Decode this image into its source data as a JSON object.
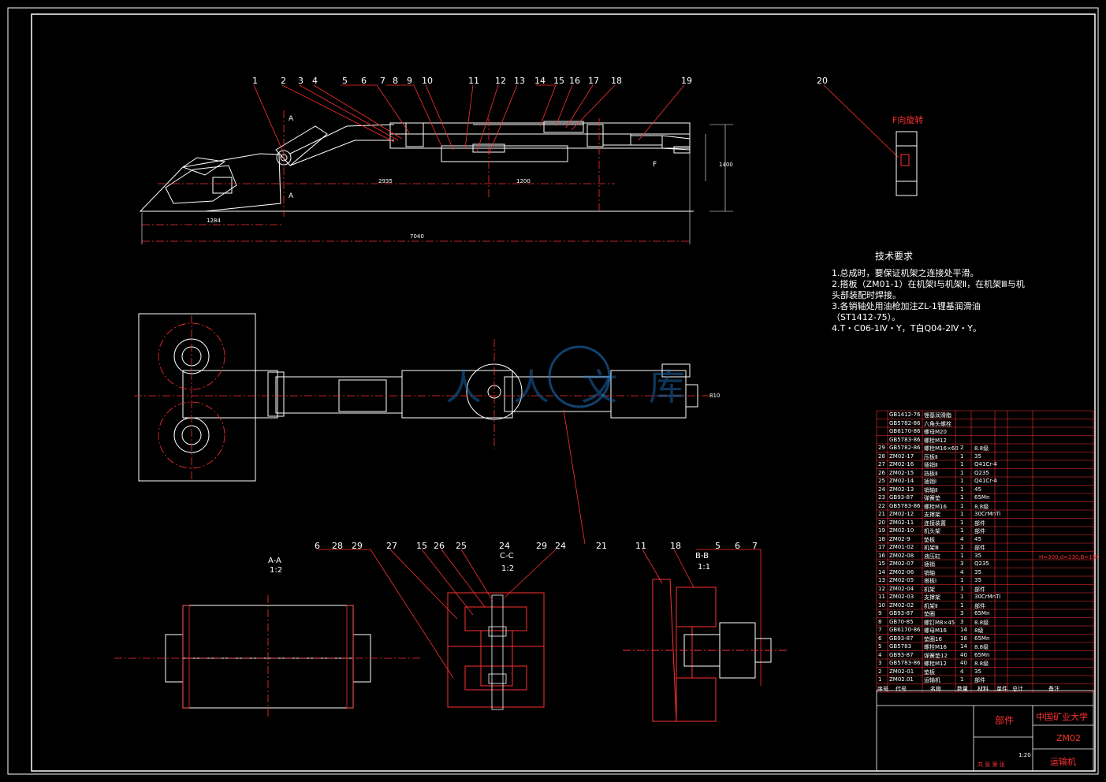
{
  "colors": {
    "background": "#000000",
    "border": "#ffffff",
    "outline": "#ffffff",
    "centerline": "#ff3030",
    "dimension": "#ffffff",
    "hatch": "#ff3030",
    "watermark": "#1f78c8"
  },
  "balloons": {
    "main": [
      "1",
      "2",
      "3",
      "4",
      "5",
      "6",
      "7",
      "8",
      "9",
      "10",
      "11",
      "12",
      "13",
      "14",
      "15",
      "16",
      "17",
      "18",
      "19"
    ],
    "detail": "20",
    "bottom_left": [
      "6",
      "28",
      "29",
      "27",
      "15",
      "26",
      "25",
      "24",
      "29",
      "24"
    ],
    "plan": "21",
    "bottom_right": [
      "11",
      "18",
      "5",
      "6",
      "7"
    ]
  },
  "views": {
    "section_aa_title": "A-A",
    "section_aa_scale": "1:2",
    "section_cc_title": "C-C",
    "section_cc_scale": "1:2",
    "section_bb_title": "B-B",
    "section_bb_scale": "1:1",
    "f_view_title": "F向旋转",
    "section_mark_a": "A",
    "section_mark_f": "F"
  },
  "dimensions": {
    "overall_length": "7040",
    "left_section": "1284",
    "mid_1": "2935",
    "mid_2": "1200",
    "height_right": "1400",
    "plan_width": "810"
  },
  "technical_requirements": {
    "title": "技术要求",
    "lines": [
      "1.总成时，要保证机架之连接处平滑。",
      "2.搭板（ZM01-1）在机架Ⅰ与机架Ⅱ，在机架Ⅲ与机",
      "头部装配时焊接。",
      "3.各销轴处用油枪加注ZL-1锂基润滑油",
      "（ST1412-75）。",
      "4.T・C06-1Ⅳ・Y，T白Q04-2Ⅳ・Y。"
    ]
  },
  "bom": {
    "headers": [
      "序号",
      "代号",
      "名称",
      "数量",
      "材料",
      "单件",
      "总计",
      "备注"
    ],
    "rows": [
      {
        "no": "",
        "code": "GB1412-76",
        "name": "锂基润滑脂",
        "qty": "",
        "mat": ""
      },
      {
        "no": "",
        "code": "GB5782-86",
        "name": "六角头螺栓",
        "qty": "",
        "mat": ""
      },
      {
        "no": "",
        "code": "GB6170-86",
        "name": "螺母M20",
        "qty": "",
        "mat": ""
      },
      {
        "no": "",
        "code": "GB5783-86",
        "name": "螺栓M12",
        "qty": "",
        "mat": ""
      },
      {
        "no": "29",
        "code": "GB5782-86",
        "name": "螺栓M16×60",
        "qty": "2",
        "mat": "8.8级"
      },
      {
        "no": "28",
        "code": "ZM02-17",
        "name": "压板Ⅱ",
        "qty": "1",
        "mat": "35"
      },
      {
        "no": "27",
        "code": "ZM02-16",
        "name": "插销Ⅱ",
        "qty": "1",
        "mat": "Q41Cr-4"
      },
      {
        "no": "26",
        "code": "ZM02-15",
        "name": "挡板Ⅱ",
        "qty": "1",
        "mat": "Q235"
      },
      {
        "no": "25",
        "code": "ZM02-14",
        "name": "插销Ⅰ",
        "qty": "1",
        "mat": "Q41Cr-4"
      },
      {
        "no": "24",
        "code": "ZM02-13",
        "name": "销轴Ⅱ",
        "qty": "1",
        "mat": "45"
      },
      {
        "no": "23",
        "code": "GB93-87",
        "name": "弹簧垫",
        "qty": "1",
        "mat": "65Mn"
      },
      {
        "no": "22",
        "code": "GB5783-86",
        "name": "螺栓M16",
        "qty": "1",
        "mat": "8.8级"
      },
      {
        "no": "21",
        "code": "ZM02-12",
        "name": "支撑架",
        "qty": "1",
        "mat": "30CrMnTi"
      },
      {
        "no": "20",
        "code": "ZM02-11",
        "name": "连接装置",
        "qty": "1",
        "mat": "部件"
      },
      {
        "no": "19",
        "code": "ZM02-10",
        "name": "机头架",
        "qty": "1",
        "mat": "部件"
      },
      {
        "no": "18",
        "code": "ZM02-9",
        "name": "垫板",
        "qty": "4",
        "mat": "45"
      },
      {
        "no": "17",
        "code": "ZM01-02",
        "name": "机架Ⅲ",
        "qty": "1",
        "mat": "部件"
      },
      {
        "no": "16",
        "code": "ZM02-08",
        "name": "液压缸",
        "qty": "1",
        "mat": "35"
      },
      {
        "no": "15",
        "code": "ZM02-07",
        "name": "插销",
        "qty": "3",
        "mat": "Q235"
      },
      {
        "no": "14",
        "code": "ZM02-06",
        "name": "销轴",
        "qty": "4",
        "mat": "35"
      },
      {
        "no": "13",
        "code": "ZM02-05",
        "name": "搭板Ⅰ",
        "qty": "1",
        "mat": "35"
      },
      {
        "no": "12",
        "code": "ZM02-04",
        "name": "机架",
        "qty": "1",
        "mat": "部件"
      },
      {
        "no": "11",
        "code": "ZM02-03",
        "name": "支撑架",
        "qty": "1",
        "mat": "30CrMnTi"
      },
      {
        "no": "10",
        "code": "ZM02-02",
        "name": "机架Ⅱ",
        "qty": "1",
        "mat": "部件"
      },
      {
        "no": "9",
        "code": "GB93-87",
        "name": "垫圈",
        "qty": "3",
        "mat": "65Mn"
      },
      {
        "no": "8",
        "code": "GB70-85",
        "name": "螺钉M8×45",
        "qty": "3",
        "mat": "8.8级"
      },
      {
        "no": "7",
        "code": "GB6170-86",
        "name": "螺母M16",
        "qty": "14",
        "mat": "8级"
      },
      {
        "no": "6",
        "code": "GB93-87",
        "name": "垫圈16",
        "qty": "18",
        "mat": "65Mn"
      },
      {
        "no": "5",
        "code": "GB5783",
        "name": "螺栓M16",
        "qty": "14",
        "mat": "8.8级"
      },
      {
        "no": "4",
        "code": "GB93-87",
        "name": "弹簧垫12",
        "qty": "40",
        "mat": "65Mn"
      },
      {
        "no": "3",
        "code": "GB5783-86",
        "name": "螺栓M12",
        "qty": "40",
        "mat": "8.8级"
      },
      {
        "no": "2",
        "code": "ZM02-01",
        "name": "垫板",
        "qty": "4",
        "mat": "35"
      },
      {
        "no": "1",
        "code": "ZM02.01",
        "name": "运输机",
        "qty": "1",
        "mat": "部件"
      }
    ],
    "remark_row16": "H=300,d=230,B=150"
  },
  "title_block": {
    "part_type": "部件",
    "school": "中国矿业大学",
    "drawing_no": "ZM02",
    "drawing_name": "运输机",
    "scale": "1:20",
    "sheet_info": "共 张 第 张"
  },
  "watermark_text": "人人文库"
}
